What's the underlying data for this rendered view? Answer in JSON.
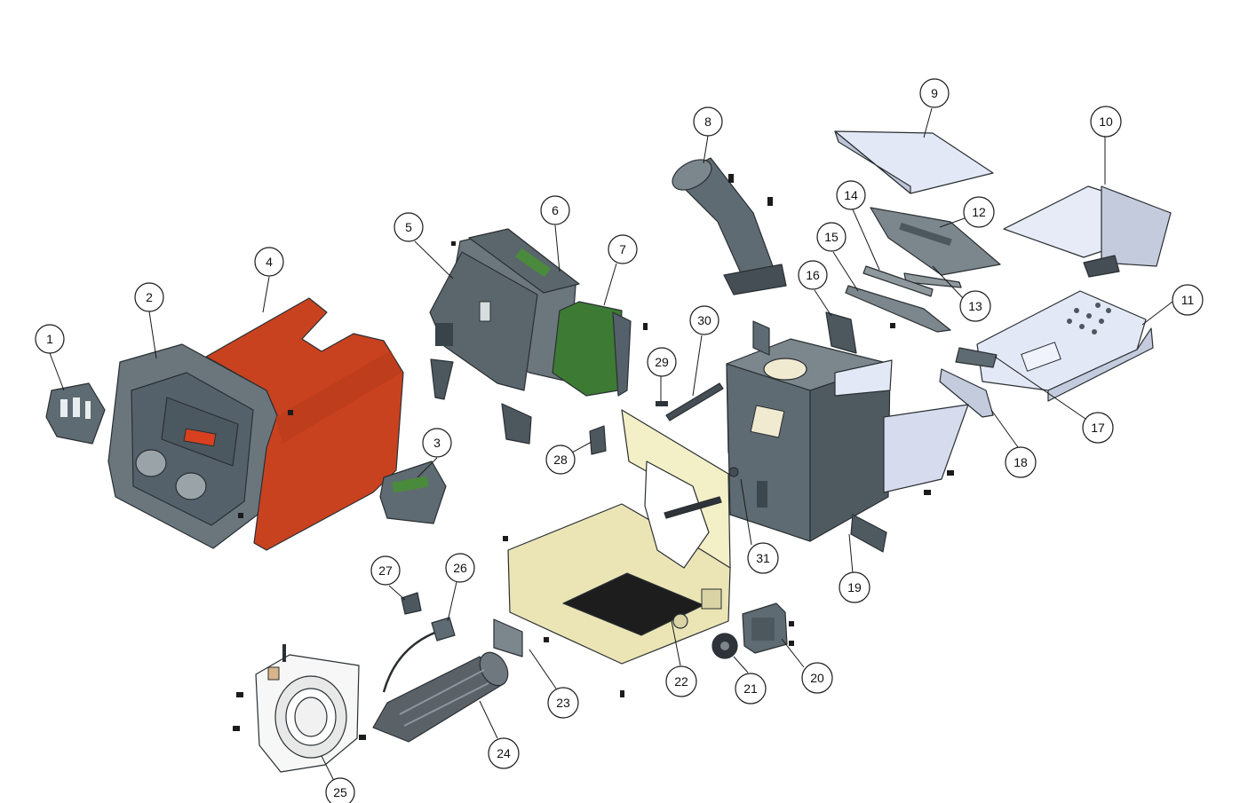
{
  "colors": {
    "dark_grey": "#5f6b72",
    "mid_grey": "#7c878d",
    "orange_red": "#c9421f",
    "green": "#3d7a34",
    "cream": "#f3efc6",
    "light_blue": "#e3e8f6",
    "white": "#f7f7f7",
    "outline": "#2a2f33"
  },
  "callouts": [
    {
      "label": "1"
    },
    {
      "label": "2"
    },
    {
      "label": "3"
    },
    {
      "label": "4"
    },
    {
      "label": "5"
    },
    {
      "label": "6"
    },
    {
      "label": "7"
    },
    {
      "label": "8"
    },
    {
      "label": "9"
    },
    {
      "label": "10"
    },
    {
      "label": "11"
    },
    {
      "label": "12"
    },
    {
      "label": "13"
    },
    {
      "label": "14"
    },
    {
      "label": "15"
    },
    {
      "label": "16"
    },
    {
      "label": "17"
    },
    {
      "label": "18"
    },
    {
      "label": "19"
    },
    {
      "label": "20"
    },
    {
      "label": "21"
    },
    {
      "label": "22"
    },
    {
      "label": "23"
    },
    {
      "label": "24"
    },
    {
      "label": "25"
    },
    {
      "label": "26"
    },
    {
      "label": "27"
    },
    {
      "label": "28"
    },
    {
      "label": "29"
    },
    {
      "label": "30"
    },
    {
      "label": "31"
    }
  ]
}
